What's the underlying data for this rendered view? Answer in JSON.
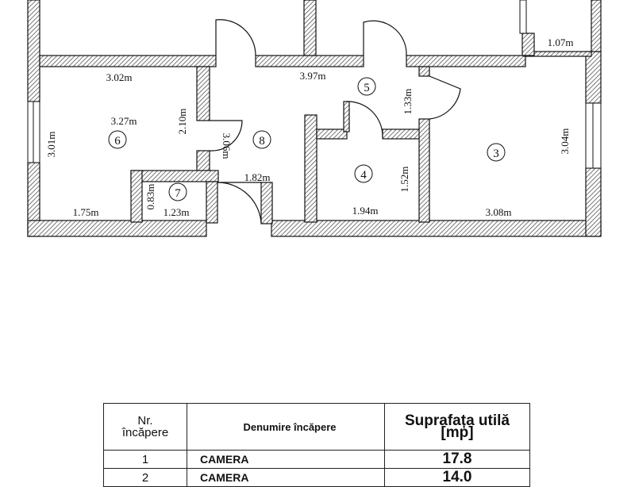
{
  "plan": {
    "rooms": [
      {
        "number": "3",
        "dimensions": [
          "3.04m",
          "3.08m"
        ]
      },
      {
        "number": "4",
        "dimensions": [
          "1.52m",
          "1.94m"
        ]
      },
      {
        "number": "5",
        "dimensions": [
          "1.33m",
          "3.97m"
        ]
      },
      {
        "number": "6",
        "dimensions": [
          "3.02m",
          "3.27m",
          "3.01m",
          "2.10m",
          "1.75m"
        ]
      },
      {
        "number": "7",
        "dimensions": [
          "0.83m",
          "1.23m"
        ]
      },
      {
        "number": "8",
        "dimensions": [
          "3.06m",
          "1.82m"
        ]
      }
    ],
    "other_dimensions": [
      "1.07m"
    ]
  },
  "table": {
    "headers": [
      "Nr.\nîncăpere",
      "Denumire încăpere",
      "Suprafața utilă [mp]"
    ],
    "rows": [
      {
        "nr": "1",
        "name": "CAMERA",
        "area": "17.8"
      },
      {
        "nr": "2",
        "name": "CAMERA",
        "area": "14.0"
      }
    ]
  }
}
